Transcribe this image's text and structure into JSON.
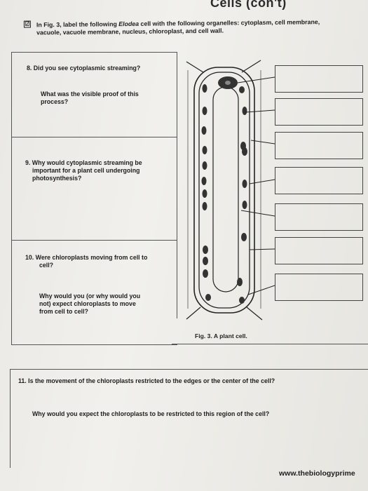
{
  "header": {
    "title": "Cells (con't)"
  },
  "task": {
    "checkbox_mark": "☑",
    "line1_pre": "In Fig. 3, label the following ",
    "line1_em": "Elodea",
    "line1_post": " cell with the following organelles: cytoplasm, cell membrane,",
    "line2": "vacuole, vacuole membrane, nucleus, chloroplast, and cell wall."
  },
  "questions": {
    "q8": "8. Did you see cytoplasmic streaming?",
    "q8b_1": "What was the visible proof of this",
    "q8b_2": "process?",
    "q9_1": "9. Why would cytoplasmic streaming be",
    "q9_2": "important for a plant cell undergoing",
    "q9_3": "photosynthesis?",
    "q10_1": "10. Were chloroplasts moving from cell to",
    "q10_2": "cell?",
    "q10b_1": "Why would you (or why would you",
    "q10b_2": "not) expect chloroplasts to move",
    "q10b_3": "from cell to cell?",
    "q11": "11. Is the movement of the chloroplasts restricted to the edges or the center of the cell?",
    "q11b": "Why would you expect the chloroplasts to be restricted to this region of the cell?"
  },
  "figure": {
    "caption": "Fig. 3. A plant cell."
  },
  "footer": {
    "website": "www.thebiologyprime"
  }
}
